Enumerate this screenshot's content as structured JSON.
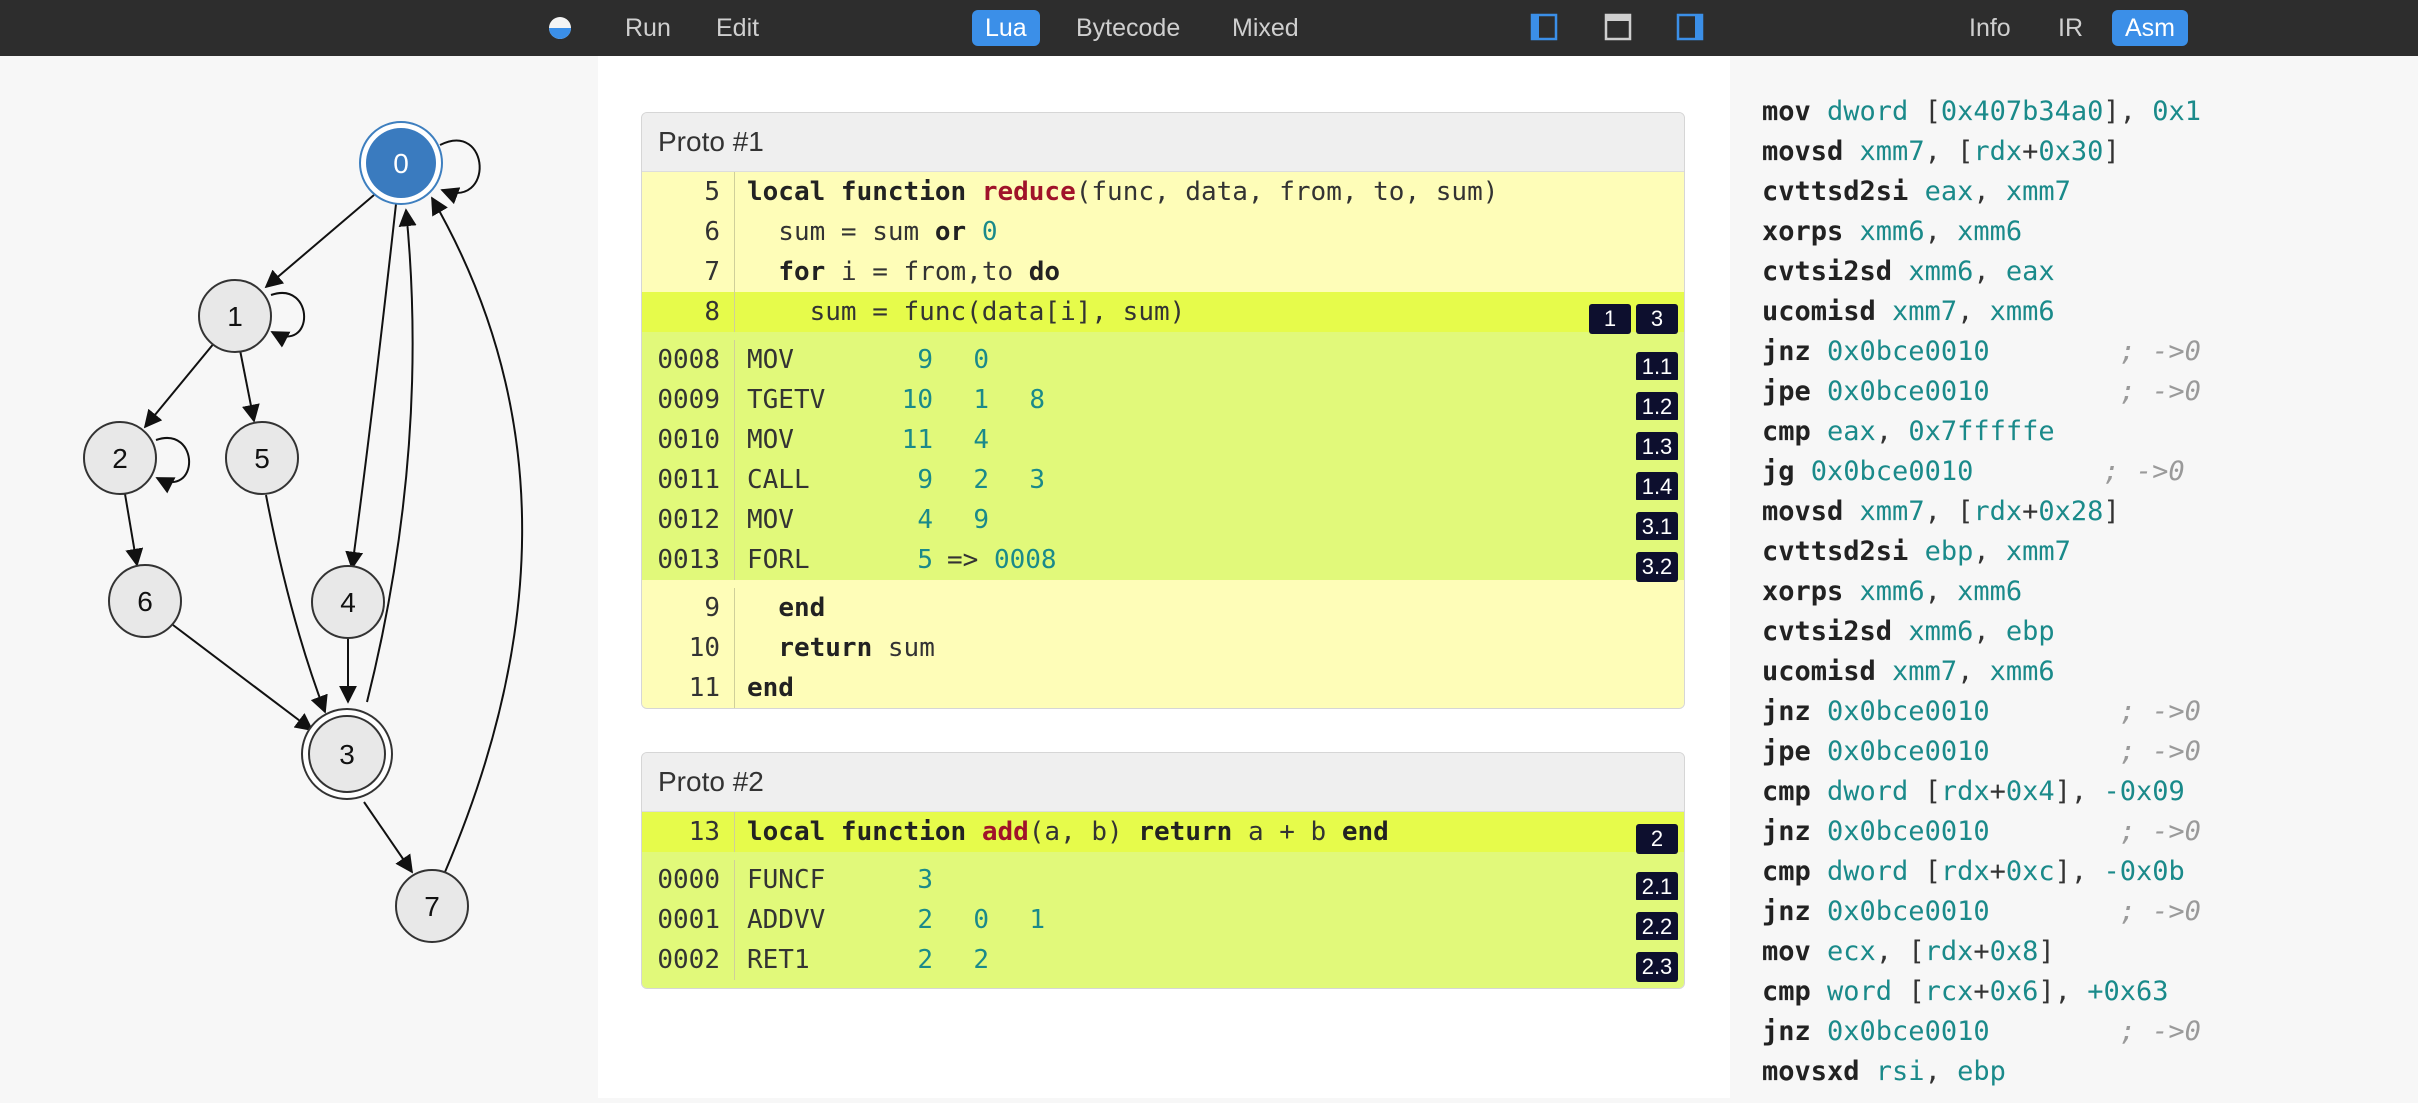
{
  "toolbar": {
    "left": [
      "Run",
      "Edit"
    ],
    "views": [
      {
        "label": "Lua",
        "active": true
      },
      {
        "label": "Bytecode",
        "active": false
      },
      {
        "label": "Mixed",
        "active": false
      }
    ],
    "right": [
      {
        "label": "Info",
        "active": false
      },
      {
        "label": "IR",
        "active": false
      },
      {
        "label": "Asm",
        "active": true
      }
    ],
    "icons": [
      "half-circle-icon",
      "left-panel-icon",
      "top-panel-icon",
      "right-panel-icon"
    ],
    "accent_color": "#3b8fe8"
  },
  "graph": {
    "nodes": [
      "0",
      "1",
      "2",
      "3",
      "4",
      "5",
      "6",
      "7"
    ],
    "active_node": "0"
  },
  "protos": [
    {
      "title": "Proto #1",
      "code_before": [
        {
          "line": "5",
          "tokens": [
            [
              "kw",
              "local "
            ],
            [
              "kw",
              "function "
            ],
            [
              "fn",
              "reduce"
            ],
            [
              "pl",
              "(func, data, from, to, sum)"
            ]
          ]
        },
        {
          "line": "6",
          "tokens": [
            [
              "pl",
              "  sum = sum "
            ],
            [
              "kw",
              "or "
            ],
            [
              "num",
              "0"
            ]
          ]
        },
        {
          "line": "7",
          "tokens": [
            [
              "pl",
              "  "
            ],
            [
              "kw",
              "for "
            ],
            [
              "pl",
              "i = from,to "
            ],
            [
              "kw",
              "do"
            ]
          ]
        }
      ],
      "highlight": {
        "line": "8",
        "tokens": [
          [
            "pl",
            "    sum = func(data[i], sum)"
          ]
        ],
        "badges": [
          "1",
          "3"
        ]
      },
      "bytecode": [
        {
          "pc": "0008",
          "op": "MOV",
          "args": [
            "9",
            "0"
          ],
          "badge": "1.1"
        },
        {
          "pc": "0009",
          "op": "TGETV",
          "args": [
            "10",
            "1",
            "8"
          ],
          "badge": "1.2"
        },
        {
          "pc": "0010",
          "op": "MOV",
          "args": [
            "11",
            "4"
          ],
          "badge": "1.3"
        },
        {
          "pc": "0011",
          "op": "CALL",
          "args": [
            "9",
            "2",
            "3"
          ],
          "badge": "1.4"
        },
        {
          "pc": "0012",
          "op": "MOV",
          "args": [
            "4",
            "9"
          ],
          "badge": "3.1"
        },
        {
          "pc": "0013",
          "op": "FORL",
          "args": [
            "5"
          ],
          "arrow": "=>",
          "target": "0008",
          "badge": "3.2"
        }
      ],
      "code_after": [
        {
          "line": "9",
          "tokens": [
            [
              "pl",
              "  "
            ],
            [
              "kw",
              "end"
            ]
          ]
        },
        {
          "line": "10",
          "tokens": [
            [
              "pl",
              "  "
            ],
            [
              "kw",
              "return "
            ],
            [
              "pl",
              "sum"
            ]
          ]
        },
        {
          "line": "11",
          "tokens": [
            [
              "kw",
              "end"
            ]
          ]
        }
      ]
    },
    {
      "title": "Proto #2",
      "code_before": [],
      "highlight": {
        "line": "13",
        "tokens": [
          [
            "kw",
            "local "
          ],
          [
            "kw",
            "function "
          ],
          [
            "fn",
            "add"
          ],
          [
            "pl",
            "(a, b) "
          ],
          [
            "kw",
            "return "
          ],
          [
            "pl",
            "a + b "
          ],
          [
            "kw",
            "end"
          ]
        ],
        "badges": [
          "2"
        ]
      },
      "bytecode": [
        {
          "pc": "0000",
          "op": "FUNCF",
          "args": [
            "3"
          ],
          "badge": "2.1"
        },
        {
          "pc": "0001",
          "op": "ADDVV",
          "args": [
            "2",
            "0",
            "1"
          ],
          "badge": "2.2"
        },
        {
          "pc": "0002",
          "op": "RET1",
          "args": [
            "2",
            "2"
          ],
          "badge": "2.3"
        }
      ],
      "code_after": []
    }
  ],
  "asm": [
    [
      [
        "op",
        "mov "
      ],
      [
        "arg",
        "dword "
      ],
      [
        "pl",
        "["
      ],
      [
        "arg",
        "0x407b34a0"
      ],
      [
        "pl",
        "], "
      ],
      [
        "arg",
        "0x1"
      ]
    ],
    [
      [
        "op",
        "movsd "
      ],
      [
        "arg",
        "xmm7"
      ],
      [
        "pl",
        ", ["
      ],
      [
        "arg",
        "rdx"
      ],
      [
        "pl",
        "+"
      ],
      [
        "arg",
        "0x30"
      ],
      [
        "pl",
        "]"
      ]
    ],
    [
      [
        "op",
        "cvttsd2si "
      ],
      [
        "arg",
        "eax"
      ],
      [
        "pl",
        ", "
      ],
      [
        "arg",
        "xmm7"
      ]
    ],
    [
      [
        "op",
        "xorps "
      ],
      [
        "arg",
        "xmm6"
      ],
      [
        "pl",
        ", "
      ],
      [
        "arg",
        "xmm6"
      ]
    ],
    [
      [
        "op",
        "cvtsi2sd "
      ],
      [
        "arg",
        "xmm6"
      ],
      [
        "pl",
        ", "
      ],
      [
        "arg",
        "eax"
      ]
    ],
    [
      [
        "op",
        "ucomisd "
      ],
      [
        "arg",
        "xmm7"
      ],
      [
        "pl",
        ", "
      ],
      [
        "arg",
        "xmm6"
      ]
    ],
    [
      [
        "op",
        "jnz "
      ],
      [
        "arg",
        "0x0bce0010"
      ],
      [
        "cm",
        "        ; ->0"
      ]
    ],
    [
      [
        "op",
        "jpe "
      ],
      [
        "arg",
        "0x0bce0010"
      ],
      [
        "cm",
        "        ; ->0"
      ]
    ],
    [
      [
        "op",
        "cmp "
      ],
      [
        "arg",
        "eax"
      ],
      [
        "pl",
        ", "
      ],
      [
        "arg",
        "0x7fffffe"
      ]
    ],
    [
      [
        "op",
        "jg "
      ],
      [
        "arg",
        "0x0bce0010"
      ],
      [
        "cm",
        "        ; ->0"
      ]
    ],
    [
      [
        "op",
        "movsd "
      ],
      [
        "arg",
        "xmm7"
      ],
      [
        "pl",
        ", ["
      ],
      [
        "arg",
        "rdx"
      ],
      [
        "pl",
        "+"
      ],
      [
        "arg",
        "0x28"
      ],
      [
        "pl",
        "]"
      ]
    ],
    [
      [
        "op",
        "cvttsd2si "
      ],
      [
        "arg",
        "ebp"
      ],
      [
        "pl",
        ", "
      ],
      [
        "arg",
        "xmm7"
      ]
    ],
    [
      [
        "op",
        "xorps "
      ],
      [
        "arg",
        "xmm6"
      ],
      [
        "pl",
        ", "
      ],
      [
        "arg",
        "xmm6"
      ]
    ],
    [
      [
        "op",
        "cvtsi2sd "
      ],
      [
        "arg",
        "xmm6"
      ],
      [
        "pl",
        ", "
      ],
      [
        "arg",
        "ebp"
      ]
    ],
    [
      [
        "op",
        "ucomisd "
      ],
      [
        "arg",
        "xmm7"
      ],
      [
        "pl",
        ", "
      ],
      [
        "arg",
        "xmm6"
      ]
    ],
    [
      [
        "op",
        "jnz "
      ],
      [
        "arg",
        "0x0bce0010"
      ],
      [
        "cm",
        "        ; ->0"
      ]
    ],
    [
      [
        "op",
        "jpe "
      ],
      [
        "arg",
        "0x0bce0010"
      ],
      [
        "cm",
        "        ; ->0"
      ]
    ],
    [
      [
        "op",
        "cmp "
      ],
      [
        "arg",
        "dword "
      ],
      [
        "pl",
        "["
      ],
      [
        "arg",
        "rdx"
      ],
      [
        "pl",
        "+"
      ],
      [
        "arg",
        "0x4"
      ],
      [
        "pl",
        "], "
      ],
      [
        "arg",
        "-0x09"
      ]
    ],
    [
      [
        "op",
        "jnz "
      ],
      [
        "arg",
        "0x0bce0010"
      ],
      [
        "cm",
        "        ; ->0"
      ]
    ],
    [
      [
        "op",
        "cmp "
      ],
      [
        "arg",
        "dword "
      ],
      [
        "pl",
        "["
      ],
      [
        "arg",
        "rdx"
      ],
      [
        "pl",
        "+"
      ],
      [
        "arg",
        "0xc"
      ],
      [
        "pl",
        "], "
      ],
      [
        "arg",
        "-0x0b"
      ]
    ],
    [
      [
        "op",
        "jnz "
      ],
      [
        "arg",
        "0x0bce0010"
      ],
      [
        "cm",
        "        ; ->0"
      ]
    ],
    [
      [
        "op",
        "mov "
      ],
      [
        "arg",
        "ecx"
      ],
      [
        "pl",
        ", ["
      ],
      [
        "arg",
        "rdx"
      ],
      [
        "pl",
        "+"
      ],
      [
        "arg",
        "0x8"
      ],
      [
        "pl",
        "]"
      ]
    ],
    [
      [
        "op",
        "cmp "
      ],
      [
        "arg",
        "word "
      ],
      [
        "pl",
        "["
      ],
      [
        "arg",
        "rcx"
      ],
      [
        "pl",
        "+"
      ],
      [
        "arg",
        "0x6"
      ],
      [
        "pl",
        "], "
      ],
      [
        "arg",
        "+0x63"
      ]
    ],
    [
      [
        "op",
        "jnz "
      ],
      [
        "arg",
        "0x0bce0010"
      ],
      [
        "cm",
        "        ; ->0"
      ]
    ],
    [
      [
        "op",
        "movsxd "
      ],
      [
        "arg",
        "rsi"
      ],
      [
        "pl",
        ", "
      ],
      [
        "arg",
        "ebp"
      ]
    ]
  ]
}
